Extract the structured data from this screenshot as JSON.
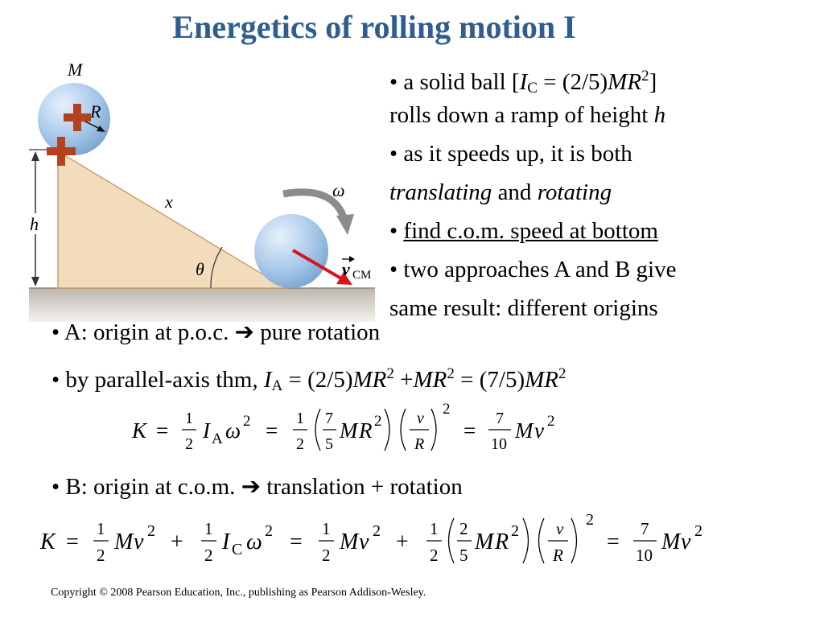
{
  "title": "Energetics of rolling motion I",
  "figure": {
    "mass_label": "M",
    "radius_label": "R",
    "height_label": "h",
    "length_label": "x",
    "angle_label": "θ",
    "omega_label": "ω",
    "velocity_label": "v",
    "velocity_sub": "CM",
    "colors": {
      "ramp": "#f2dcbc",
      "ball": "#a9c9ea",
      "cross": "#b5421f",
      "velocity_arrow": "#d9141b",
      "rotation_arrow": "#8c8c8c",
      "floor": "#c4beb7"
    }
  },
  "bullets_right": {
    "b1_a": "• a solid ball [",
    "b1_I": "I",
    "b1_Isub": "C",
    "b1_b": " = (2/5)",
    "b1_M": "M",
    "b1_R": "R",
    "b1_exp": "2",
    "b1_c": "]",
    "b1_line2": "rolls down a ramp of height ",
    "b1_h": "h",
    "b2_line1": "• as it speeds up, it is both",
    "b2_translating": "translating",
    "b2_and": " and ",
    "b2_rotating": "rotating",
    "b3_bullet": "• ",
    "b3_text": "find c.o.m. speed at bottom",
    "b4_line1": "• two approaches A and B give",
    "b4_line2": "same result: different origins"
  },
  "approach_a": {
    "line1_a": "• A:  origin at p.o.c. ",
    "line1_arrow": "➔",
    "line1_b": " pure rotation",
    "line2_a": "• by parallel-axis thm",
    "line2_comma": ",",
    "line2_I": "I",
    "line2_Isub": "A",
    "line2_eq1": " = (2/5)",
    "line2_M1": "M",
    "line2_R1": "R",
    "line2_e1": "2",
    "line2_plus": " +",
    "line2_M2": "M",
    "line2_R2": "R",
    "line2_e2": "2",
    "line2_eq2": "  = (7/5)",
    "line2_M3": "M",
    "line2_R3": "R",
    "line2_e3": "2"
  },
  "equation_a": {
    "K": "K",
    "eq": "=",
    "one": "1",
    "two": "2",
    "I": "I",
    "Isub": "A",
    "omega": "ω",
    "exp": "2",
    "seven": "7",
    "five": "5",
    "M": "M",
    "R": "R",
    "v": "v",
    "ten": "10"
  },
  "approach_b": {
    "line1_a": "• B:  origin at c.o.m. ",
    "line1_arrow": "➔",
    "line1_b": " translation + rotation"
  },
  "equation_b": {
    "K": "K",
    "eq": "=",
    "plus": "+",
    "one": "1",
    "two": "2",
    "M": "M",
    "v": "v",
    "exp": "2",
    "I": "I",
    "Isub": "C",
    "omega": "ω",
    "five": "5",
    "R": "R",
    "seven": "7",
    "ten": "10"
  },
  "copyright": "Copyright © 2008 Pearson Education, Inc., publishing as Pearson Addison-Wesley."
}
